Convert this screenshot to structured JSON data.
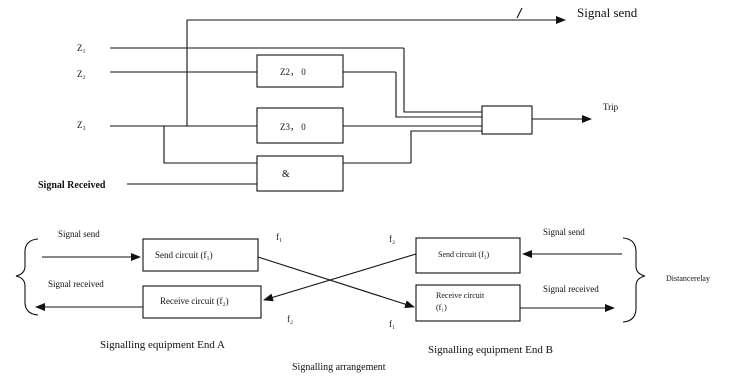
{
  "logic": {
    "signal_send": "Signal send",
    "trip": "Trip",
    "z1": "Z₁",
    "z2": "Z₂",
    "z3": "Z₃",
    "signal_received": "Signal Received",
    "z2_timer": "Z2， 0",
    "z3_timer": "Z3， 0",
    "and_gate": "&"
  },
  "signalling": {
    "end_a": {
      "signal_send": "Signal send",
      "signal_received": "Signal received",
      "send_circuit": "Send circuit (f₁)",
      "receive_circuit": "Receive circuit (f₂)",
      "caption": "Signalling  equipment  End  A"
    },
    "end_b": {
      "signal_send": "Signal send",
      "signal_received": "Signal received",
      "send_circuit": "Send circuit (f₂)",
      "receive_circuit_line1": "Receive circuit",
      "receive_circuit_line2": "(f₁)",
      "caption": "Signalling  equipment  End  B"
    },
    "freq_f1_top": "f₁",
    "freq_f2_top": "f₂",
    "freq_f2_bottom": "f₂",
    "freq_f1_bottom": "f₁",
    "distance_relay": "Distancerelay",
    "caption": "Signalling arrangement"
  }
}
